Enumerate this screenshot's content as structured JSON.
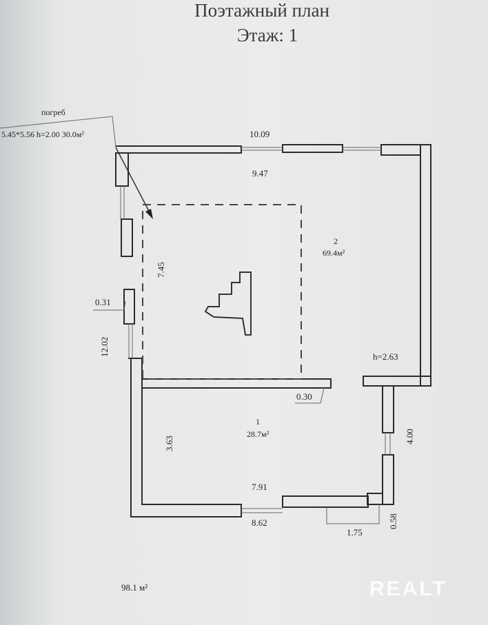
{
  "header": {
    "title": "Поэтажный план",
    "floor": "Этаж: 1"
  },
  "cellar": {
    "label": "погреб",
    "spec": "5.45*5.56  h=2.00  30.0м²"
  },
  "dimensions": {
    "top_outer": "10.09",
    "top_inner": "9.47",
    "upper_height": "7.45",
    "left_wall": "0.31",
    "total_height": "12.02",
    "partition": "0.30",
    "lower_height": "3.63",
    "right_step": "4.00",
    "bottom_inner": "7.91",
    "bottom_outer": "8.62",
    "porch_width": "1.75",
    "porch_depth": "0.58",
    "ceiling_height": "h=2.63"
  },
  "rooms": [
    {
      "number": "2",
      "area": "69.4м²"
    },
    {
      "number": "1",
      "area": "28.7м²"
    }
  ],
  "total_area": "98.1 м²",
  "watermark": "REALT"
}
